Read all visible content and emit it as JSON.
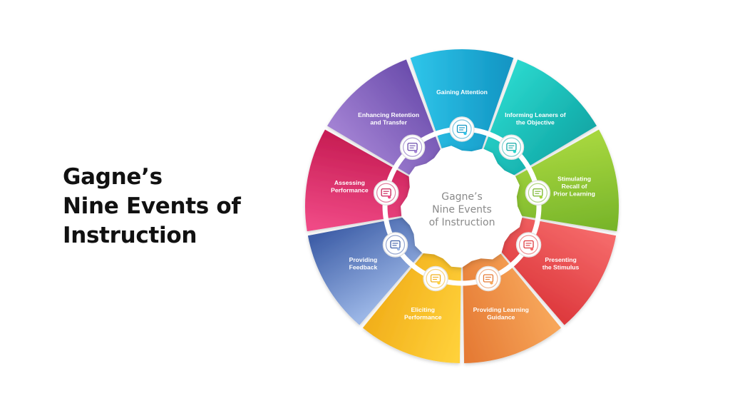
{
  "title": {
    "lines": [
      "Gagne’s",
      "Nine Events of",
      "Instruction"
    ]
  },
  "hub": {
    "lines": [
      "Gagne’s",
      "Nine Events",
      "of Instruction"
    ]
  },
  "events": [
    {
      "label": [
        "Gaining Attention"
      ],
      "color1": "#2ec3e8",
      "color2": "#1296c4",
      "icon": "head-gear-icon"
    },
    {
      "label": [
        "Informing Leaners of",
        "the Objective"
      ],
      "color1": "#2ad6cc",
      "color2": "#12aaa8",
      "icon": "presentation-board-icon"
    },
    {
      "label": [
        "Stimulating",
        "Recall of",
        "Prior Learning"
      ],
      "color1": "#a6d63e",
      "color2": "#78b52a",
      "icon": "group-meeting-icon"
    },
    {
      "label": [
        "Presenting",
        "the Stimulus"
      ],
      "color1": "#f56a6a",
      "color2": "#de3a3e",
      "icon": "speaker-podium-icon"
    },
    {
      "label": [
        "Providing Learning",
        "Guidance"
      ],
      "color1": "#f7a65a",
      "color2": "#e57a34",
      "icon": "mentor-icon"
    },
    {
      "label": [
        "Eliciting",
        "Performance"
      ],
      "color1": "#ffd13a",
      "color2": "#f2b01c",
      "icon": "performance-chart-icon"
    },
    {
      "label": [
        "Providing",
        "Feedback"
      ],
      "color1": "#9bb6e6",
      "color2": "#3f5fa8",
      "icon": "feedback-clipboard-icon"
    },
    {
      "label": [
        "Assessing",
        "Performance"
      ],
      "color1": "#f04a86",
      "color2": "#c81e55",
      "icon": "assessment-document-icon"
    },
    {
      "label": [
        "Enhancing Retention",
        "and Transfer"
      ],
      "color1": "#a180d2",
      "color2": "#6d4fae",
      "icon": "transfer-network-icon"
    }
  ]
}
